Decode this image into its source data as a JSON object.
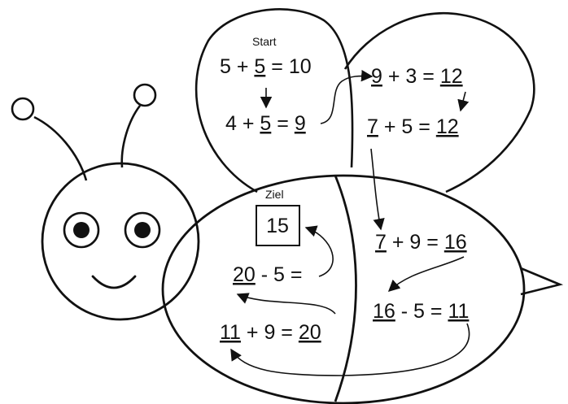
{
  "labels": {
    "start": "Start",
    "goal": "Ziel"
  },
  "goal_value": "15",
  "equations": [
    {
      "parts": [
        "5",
        " + ",
        "5",
        " = ",
        "10"
      ],
      "underlined": [
        2
      ]
    },
    {
      "parts": [
        "4",
        " + ",
        "5",
        " = ",
        "9"
      ],
      "underlined": [
        2,
        4
      ]
    },
    {
      "parts": [
        "9",
        " + ",
        "3",
        " = ",
        "12"
      ],
      "underlined": [
        0,
        4
      ]
    },
    {
      "parts": [
        "7",
        " + ",
        "5",
        " = ",
        "12"
      ],
      "underlined": [
        0,
        4
      ]
    },
    {
      "parts": [
        "7",
        " + ",
        "9",
        " = ",
        "16"
      ],
      "underlined": [
        0,
        4
      ]
    },
    {
      "parts": [
        "16",
        " - ",
        "5",
        " = ",
        "11"
      ],
      "underlined": [
        0,
        4
      ]
    },
    {
      "parts": [
        "11",
        " + ",
        "9",
        " = ",
        "20"
      ],
      "underlined": [
        0,
        4
      ]
    },
    {
      "parts": [
        "20",
        " - ",
        "5",
        " = "
      ],
      "underlined": [
        0
      ]
    }
  ],
  "colors": {
    "ink": "#111111",
    "background": "#ffffff"
  }
}
